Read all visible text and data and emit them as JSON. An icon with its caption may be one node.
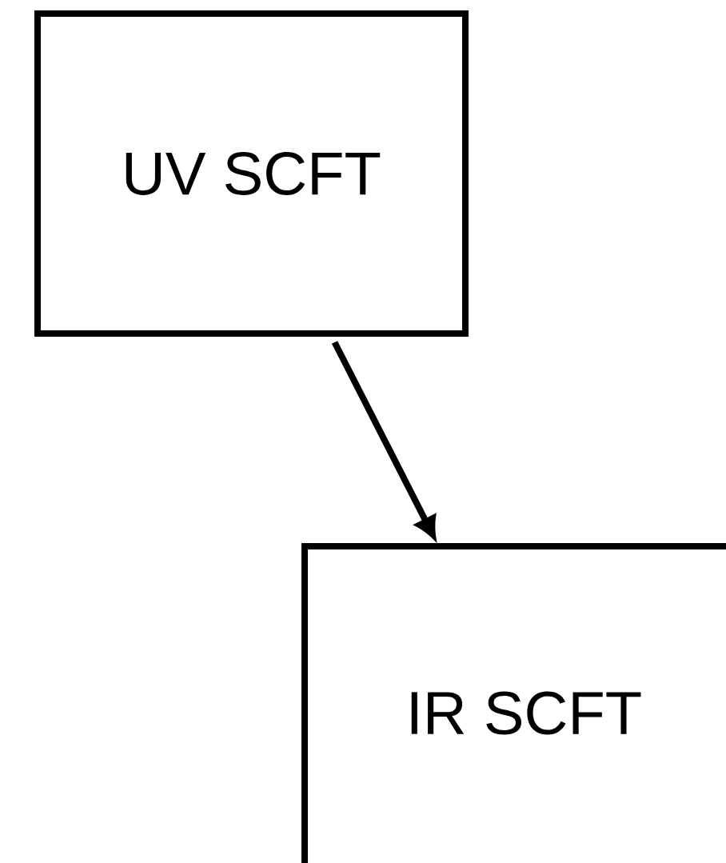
{
  "diagram": {
    "nodes": [
      {
        "text": [
          "UV SCFT"
        ]
      },
      {
        "text": [
          "IR SCFT"
        ]
      }
    ],
    "edges": [
      {
        "from": 0,
        "to": 1,
        "arrow": "to"
      }
    ]
  }
}
